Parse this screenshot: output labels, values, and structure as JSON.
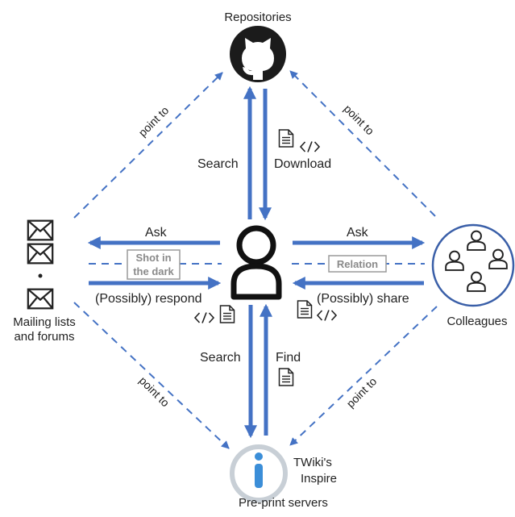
{
  "colors": {
    "arrow": "#4472C4",
    "dashed": "#4472C4",
    "text": "#222222",
    "box_border": "#9a9a9a",
    "box_text": "#8a8a8a",
    "info_ring": "#c8cfd6",
    "info_blue": "#3b8ed8",
    "colleagues_border": "#3a5fa8"
  },
  "nodes": {
    "repositories": {
      "label": "Repositories",
      "icon": "github-icon"
    },
    "colleagues": {
      "label": "Colleagues",
      "icon": "people-group-icon"
    },
    "mailing": {
      "label_line1": "Mailing lists",
      "label_line2": "and forums",
      "icon": "envelope-icon"
    },
    "preprint": {
      "label_line1": "TWiki's",
      "label_line2": "Inspire",
      "label_line3": "Pre-print servers",
      "icon": "info-icon"
    },
    "center": {
      "icon": "person-icon"
    }
  },
  "edges": {
    "search_up": "Search",
    "download": "Download",
    "ask_left": "Ask",
    "ask_right": "Ask",
    "respond": "(Possibly) respond",
    "share": "(Possibly) share",
    "search_down": "Search",
    "find": "Find",
    "shot_line1": "Shot in",
    "shot_line2": "the dark",
    "relation": "Relation",
    "point_to_tl": "point to",
    "point_to_tr": "point to",
    "point_to_bl": "point to",
    "point_to_br": "point to"
  }
}
